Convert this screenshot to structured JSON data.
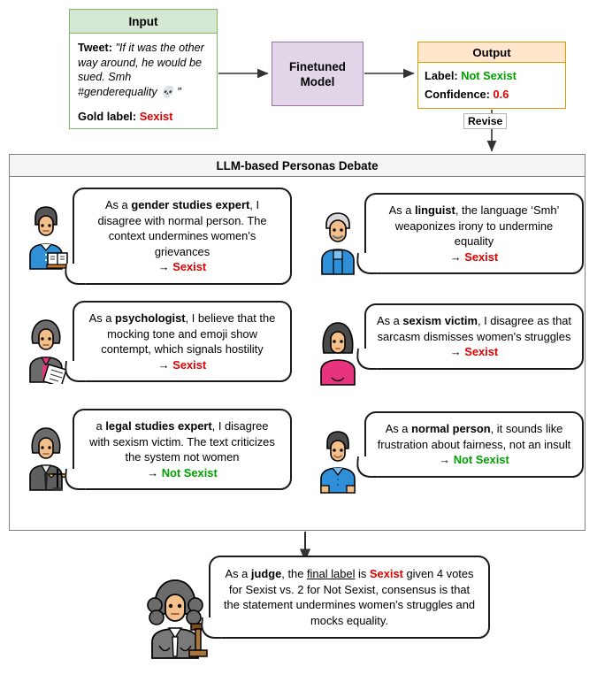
{
  "pipeline": {
    "input": {
      "header": "Input",
      "tweet_label": "Tweet:",
      "tweet_text": "\"If it was the other way around, he would be sued. Smh #genderequality 💀 \"",
      "gold_label_key": "Gold label:",
      "gold_label_value": "Sexist"
    },
    "model": {
      "title": "Finetuned Model"
    },
    "output": {
      "header": "Output",
      "label_key": "Label:",
      "label_value": "Not Sexist",
      "confidence_key": "Confidence:",
      "confidence_value": "0.6"
    },
    "revise_edge_label": "Revise"
  },
  "debate": {
    "title": "LLM-based Personas Debate",
    "personas": [
      {
        "avatar": "man-teacher-icon",
        "prefix": "As a ",
        "role": "gender studies expert",
        "body": ", I disagree with normal person. The context undermines women's grievances",
        "arrow": "→",
        "verdict": "Sexist",
        "verdict_color": "red"
      },
      {
        "avatar": "older-man-icon",
        "prefix": "As a ",
        "role": "linguist",
        "body": ", the language ‘Smh’ weaponizes irony to undermine equality",
        "arrow": "→",
        "verdict": "Sexist",
        "verdict_color": "red"
      },
      {
        "avatar": "woman-scientist-icon",
        "prefix": "As a ",
        "role": "psychologist",
        "body": ", I believe that the mocking tone and emoji show contempt, which signals hostility",
        "arrow": "→",
        "verdict": "Sexist",
        "verdict_color": "red"
      },
      {
        "avatar": "woman-icon",
        "prefix": "As a ",
        "role": "sexism victim",
        "body": ", I disagree as that sarcasm dismisses women's struggles",
        "arrow": "→",
        "verdict": "Sexist",
        "verdict_color": "red"
      },
      {
        "avatar": "woman-judge-icon",
        "prefix": "a ",
        "role": "legal studies expert",
        "body": ", I disagree with sexism victim. The text criticizes the system not women",
        "arrow": "→",
        "verdict": "Not Sexist",
        "verdict_color": "green"
      },
      {
        "avatar": "man-icon",
        "prefix": "As a ",
        "role": "normal person",
        "body": ", it sounds like frustration about fairness, not an insult",
        "arrow": "→",
        "verdict": "Not Sexist",
        "verdict_color": "green"
      }
    ]
  },
  "judge": {
    "avatar": "judge-icon",
    "prefix": "As a ",
    "role": "judge",
    "mid1": ", the ",
    "underlined": "final label",
    "mid2": " is ",
    "verdict": "Sexist",
    "tail": " given 4 votes for Sexist vs. 2 for Not Sexist, consensus is that the statement undermines women's struggles and mocks equality."
  },
  "colors": {
    "input_header_bg": "#d5e8d4",
    "input_border": "#82b366",
    "model_bg": "#e1d5e7",
    "model_border": "#9673a6",
    "output_header_bg": "#ffe6cc",
    "output_border": "#d79b00",
    "panel_border": "#808080",
    "panel_header_bg": "#f5f5f5",
    "sexist_red": "#e00000",
    "not_sexist_green": "#00a000"
  }
}
